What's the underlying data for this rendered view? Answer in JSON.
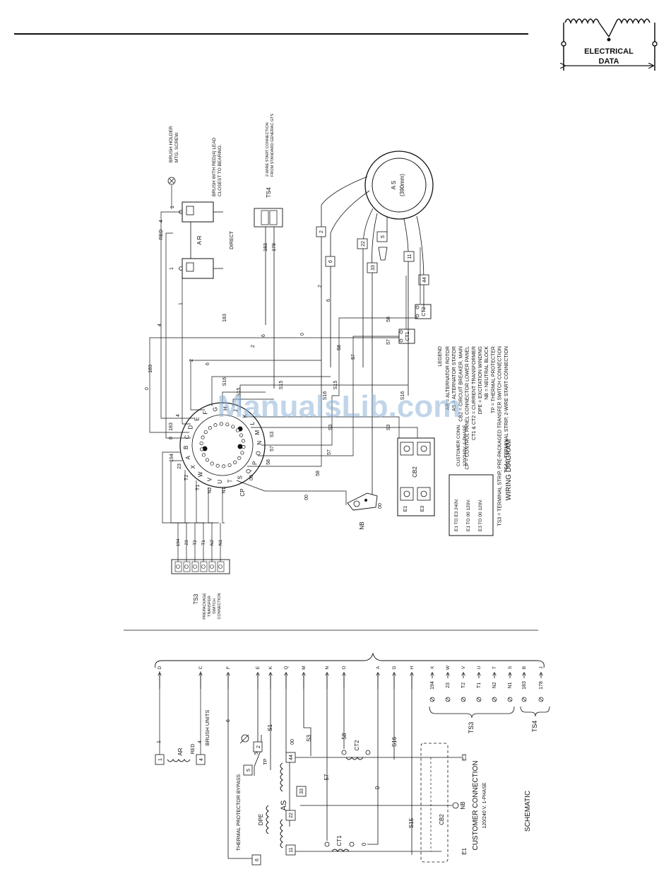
{
  "header": {
    "badge_line1": "ELECTRICAL",
    "badge_line2": "DATA"
  },
  "watermark": "ManualsLib.com",
  "wiring": {
    "title": "WIRING DIAGRAM",
    "legend_title": "LEGEND",
    "legend": [
      "AR = ALTERNATOR ROTOR",
      "AS = ALTERNATOR STATOR",
      "CB2 = CIRCUIT BREAKER, MAIN",
      "CP = CONTROL PANEL CONNECTOR LOWER PANEL",
      "CT1 & CT2 = CURRENT TRANSFORMER",
      "DPE = EXCITATION WINDING",
      "NB = NEUTRAL BLOCK",
      "TP = THERMAL PROTECTER",
      "TS3 = TERMINAL STRIP, PRE-PACKAGED TRANSFER SWITCH CONNECTION",
      "TS4 = TERMINAL STRIP, 2-WIRE START CONNECTION"
    ],
    "stator_label": "A S",
    "stator_size": "(390mm)",
    "rotor_label": "A R",
    "direct_label": "DIRECT",
    "red_label": "RED",
    "brush_holder_note": [
      "BRUSH HOLDER",
      "MTG. SCREW."
    ],
    "brush_lead_note": [
      "BRUSH WITH RED(4) LEAD",
      "CLOSEST TO BEARING."
    ],
    "ts4_label": "TS4",
    "ts4_note": [
      "2-WIRE START CONNECTION",
      "FROM STANDARD GENERAC GTS"
    ],
    "ts3_label": "TS3",
    "ts3_note": [
      "PREPACKAGE",
      "TRANSFER",
      "SWITCH",
      "CONNECTION"
    ],
    "cp_label": "CP",
    "nb_label": "NB",
    "cb2_label": "CB2",
    "e1_label": "E1",
    "e3_label": "E3",
    "ct1_label": "CT1",
    "ct2_label": "CT2",
    "customer_conn": [
      "CUSTOMER CONN.",
      "120/240V. 1-PHASE"
    ],
    "voltage_box": [
      "E1 TO E3 240V.",
      "E1 TO 00 120V.",
      "E3 TO 00 120V."
    ],
    "stator_leads": [
      "2",
      "6",
      "22",
      "33",
      "5",
      "11",
      "44"
    ],
    "ts3_wires": [
      "194",
      "23",
      "T2",
      "T1",
      "N2",
      "N1"
    ],
    "ts4_wires": [
      "183",
      "178"
    ],
    "wire_nums": [
      "0",
      "183",
      "4",
      "1",
      "2",
      "6",
      "58",
      "57",
      "S16",
      "S15",
      "S3",
      "00",
      "194",
      "23",
      "T2",
      "T1",
      "N2",
      "N1"
    ],
    "connector_pins": [
      "A",
      "B",
      "C",
      "D",
      "E",
      "F",
      "G",
      "H",
      "J",
      "K",
      "L",
      "M",
      "N",
      "O",
      "P",
      "Q",
      "S",
      "T",
      "U",
      "V",
      "W",
      "X"
    ]
  },
  "schematic": {
    "title": "SCHEMATIC",
    "thermal_bypass": "THERMAL PROTECTOR BYPASS",
    "brush_units": "BRUSH UNITS",
    "ar_label": "AR",
    "red_label": "RED",
    "tp_label": "TP",
    "dpe_label": "DPE",
    "as_label": "AS",
    "ct1_label": "CT1",
    "ct2_label": "CT2",
    "cb2_label": "CB2",
    "nb_label": "NB",
    "e1_label": "E1",
    "e3_label": "E3",
    "customer_conn": "CUSTOMER CONNECTION",
    "customer_phase": "120/240 V. 1-PHASE",
    "ts3_label": "TS3",
    "ts4_label": "TS4",
    "boxes": [
      "1",
      "4",
      "5",
      "2",
      "6",
      "11",
      "22",
      "33",
      "44"
    ],
    "wire_labels": [
      "1",
      "4",
      "6",
      "5",
      "S1",
      "00",
      "S3",
      "57",
      "58",
      "0",
      "S16",
      "S15"
    ],
    "pins": [
      {
        "wire": "1",
        "pin": "D"
      },
      {
        "wire": "4",
        "pin": "C"
      },
      {
        "wire": "6",
        "pin": "F"
      },
      {
        "wire": "2",
        "pin": "E"
      },
      {
        "wire": "S1",
        "pin": "K"
      },
      {
        "wire": "44",
        "pin": "Q"
      },
      {
        "wire": "S3",
        "pin": "M"
      },
      {
        "wire": "57",
        "pin": "N"
      },
      {
        "wire": "58",
        "pin": "O"
      },
      {
        "wire": "0",
        "pin": "A"
      },
      {
        "wire": "S16",
        "pin": "G"
      },
      {
        "wire": "S15",
        "pin": "H"
      }
    ],
    "ts3_pins": [
      {
        "wire": "194",
        "pin": "X"
      },
      {
        "wire": "23",
        "pin": "W"
      },
      {
        "wire": "T2",
        "pin": "V"
      },
      {
        "wire": "T1",
        "pin": "U"
      },
      {
        "wire": "N2",
        "pin": "T"
      },
      {
        "wire": "N1",
        "pin": "S"
      }
    ],
    "ts4_pins": [
      {
        "wire": "183",
        "pin": "B"
      },
      {
        "wire": "178",
        "pin": "J"
      }
    ]
  }
}
